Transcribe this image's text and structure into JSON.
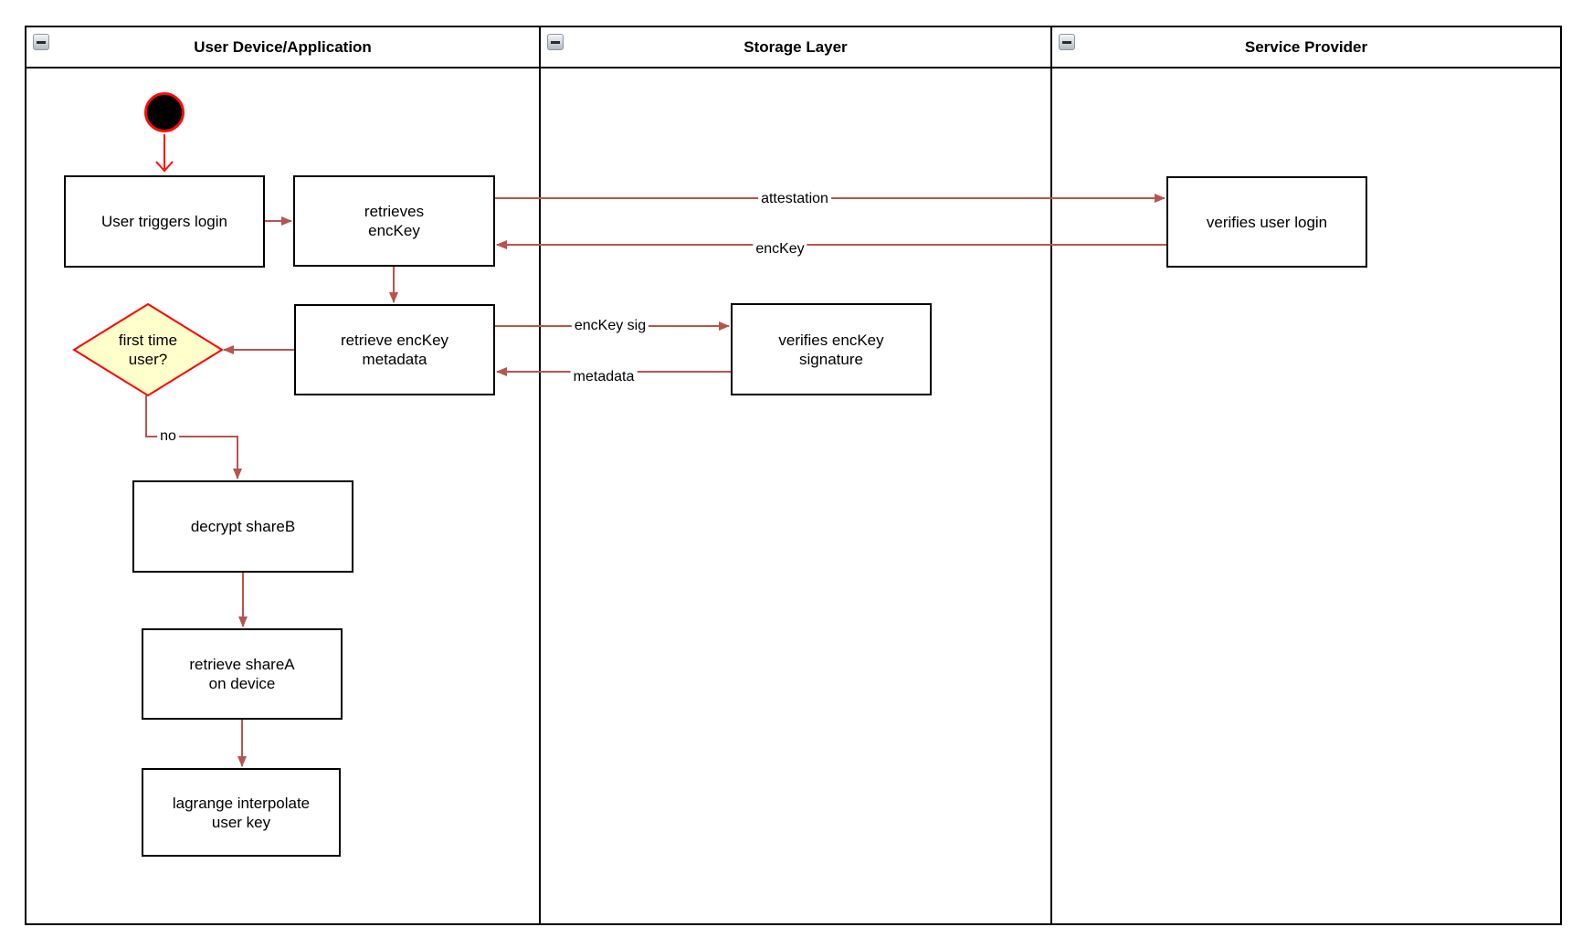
{
  "diagram": {
    "lanes": [
      {
        "label": "User Device/Application"
      },
      {
        "label": "Storage Layer"
      },
      {
        "label": "Service Provider"
      }
    ],
    "nodes": {
      "user_triggers_login": "User triggers login",
      "retrieves_enckey": "retrieves\nencKey",
      "verifies_user_login": "verifies user login",
      "retrieve_enckey_metadata": "retrieve encKey\nmetadata",
      "verifies_enckey_signature": "verifies encKey\nsignature",
      "first_time_user": "first time\nuser?",
      "decrypt_shareb": "decrypt shareB",
      "retrieve_sharea_on_device": "retrieve shareA\non device",
      "lagrange_interpolate_user_key": "lagrange interpolate\nuser key"
    },
    "edge_labels": {
      "attestation": "attestation",
      "enckey": "encKey",
      "enckey_sig": "encKey sig",
      "metadata": "metadata",
      "no": "no"
    },
    "colors": {
      "connector": "#b85450",
      "start_arrow": "#ff0b00",
      "initial_node_fill": "#000000",
      "initial_node_border": "#ff0b00",
      "decision_fill": "#ffffcc",
      "decision_border": "#ff0000",
      "node_border": "#000000",
      "node_fill": "#ffffff"
    }
  }
}
